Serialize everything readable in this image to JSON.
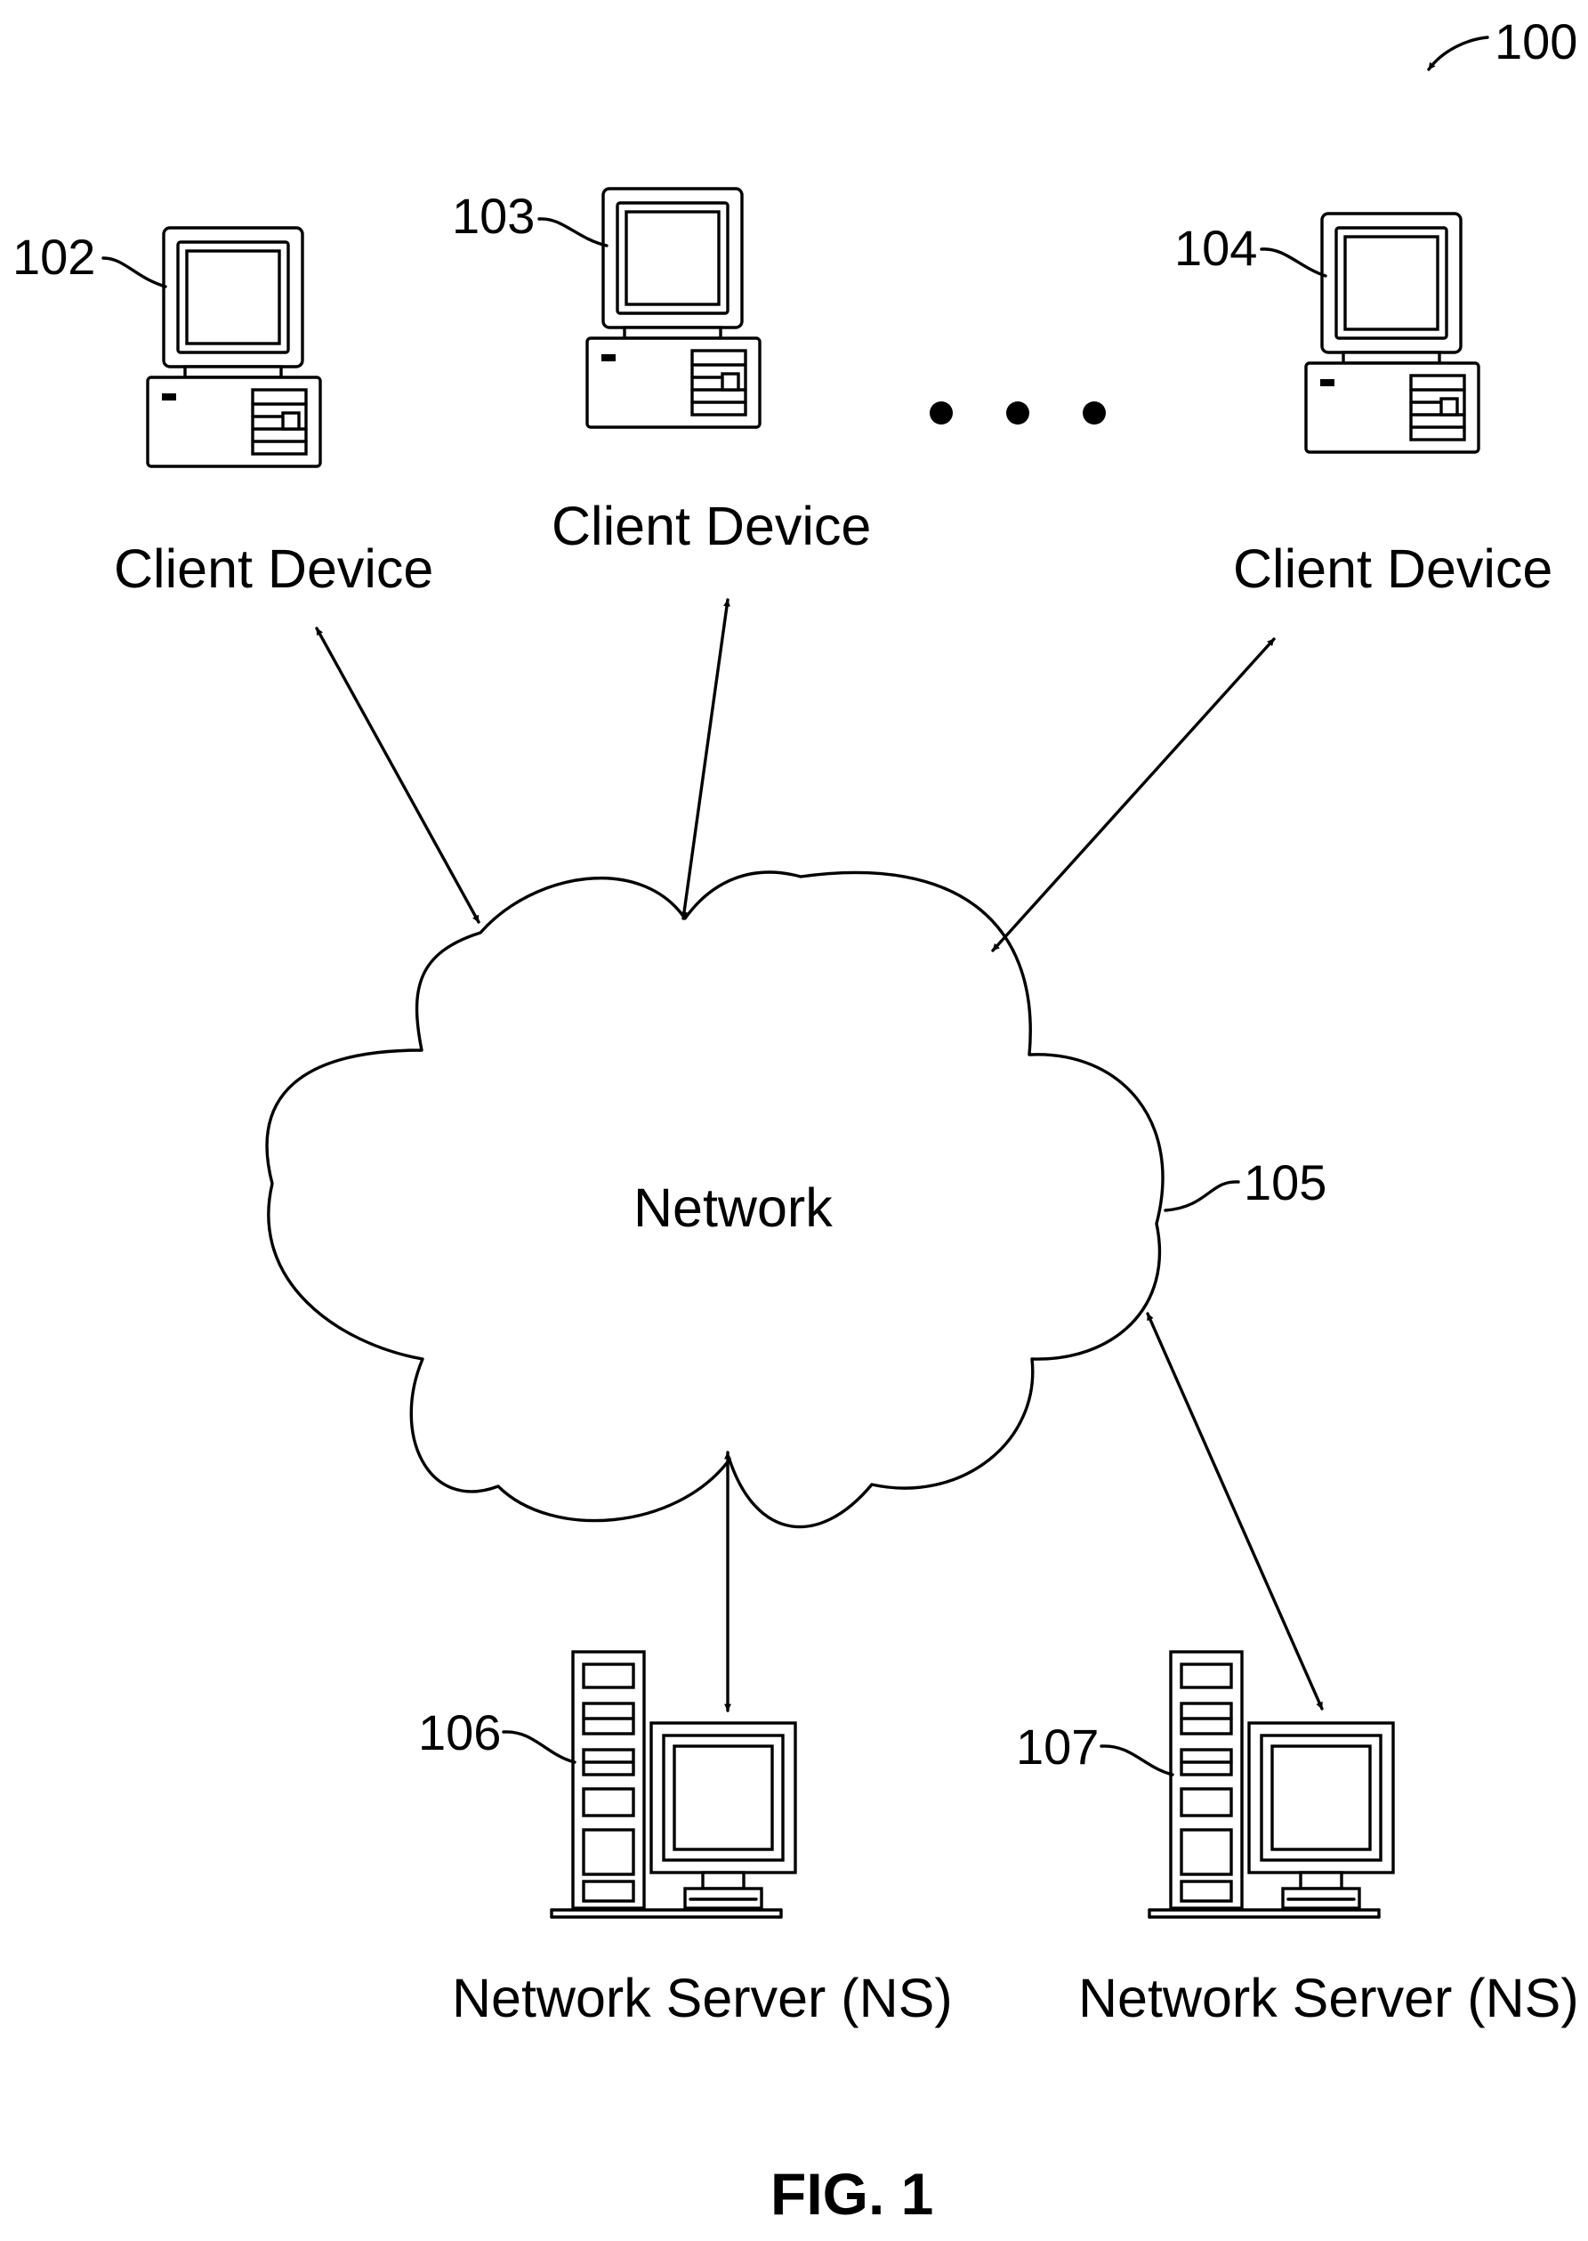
{
  "figure": {
    "ref": "100",
    "caption": "FIG. 1"
  },
  "network": {
    "label": "Network",
    "ref": "105"
  },
  "client_devices": [
    {
      "ref": "102",
      "label": "Client Device"
    },
    {
      "ref": "103",
      "label": "Client Device"
    },
    {
      "ref": "104",
      "label": "Client Device"
    }
  ],
  "servers": [
    {
      "ref": "106",
      "label": "Network Server (NS)"
    },
    {
      "ref": "107",
      "label": "Network Server (NS)"
    }
  ],
  "icons": [
    "desktop-computer-icon",
    "server-tower-icon",
    "cloud-icon",
    "ellipsis-icon",
    "bidirectional-arrow-icon"
  ]
}
